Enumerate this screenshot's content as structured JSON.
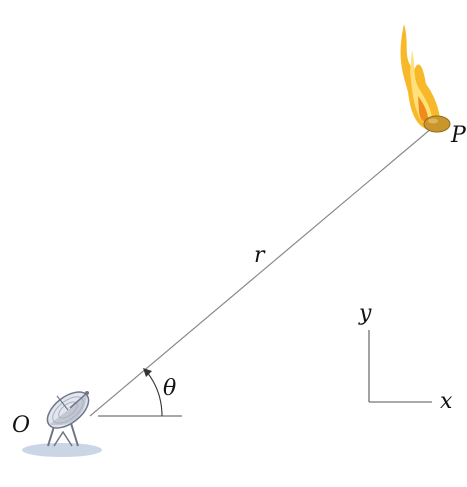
{
  "labels": {
    "origin": "O",
    "point": "P",
    "radius": "r",
    "angle": "θ",
    "axis_x": "x",
    "axis_y": "y"
  },
  "colors": {
    "line": "#8a8a8a",
    "text": "#111111",
    "flame_outer": "#f7b82a",
    "flame_inner": "#ffe07a",
    "flame_core": "#f08a1a",
    "meteor": "#c9962e",
    "dish": "#d9dde6",
    "dish_shadow": "#7f8796",
    "ground": "#b8c7dd"
  },
  "icons": {
    "observer": "radar-dish-icon",
    "object": "meteor-icon"
  }
}
